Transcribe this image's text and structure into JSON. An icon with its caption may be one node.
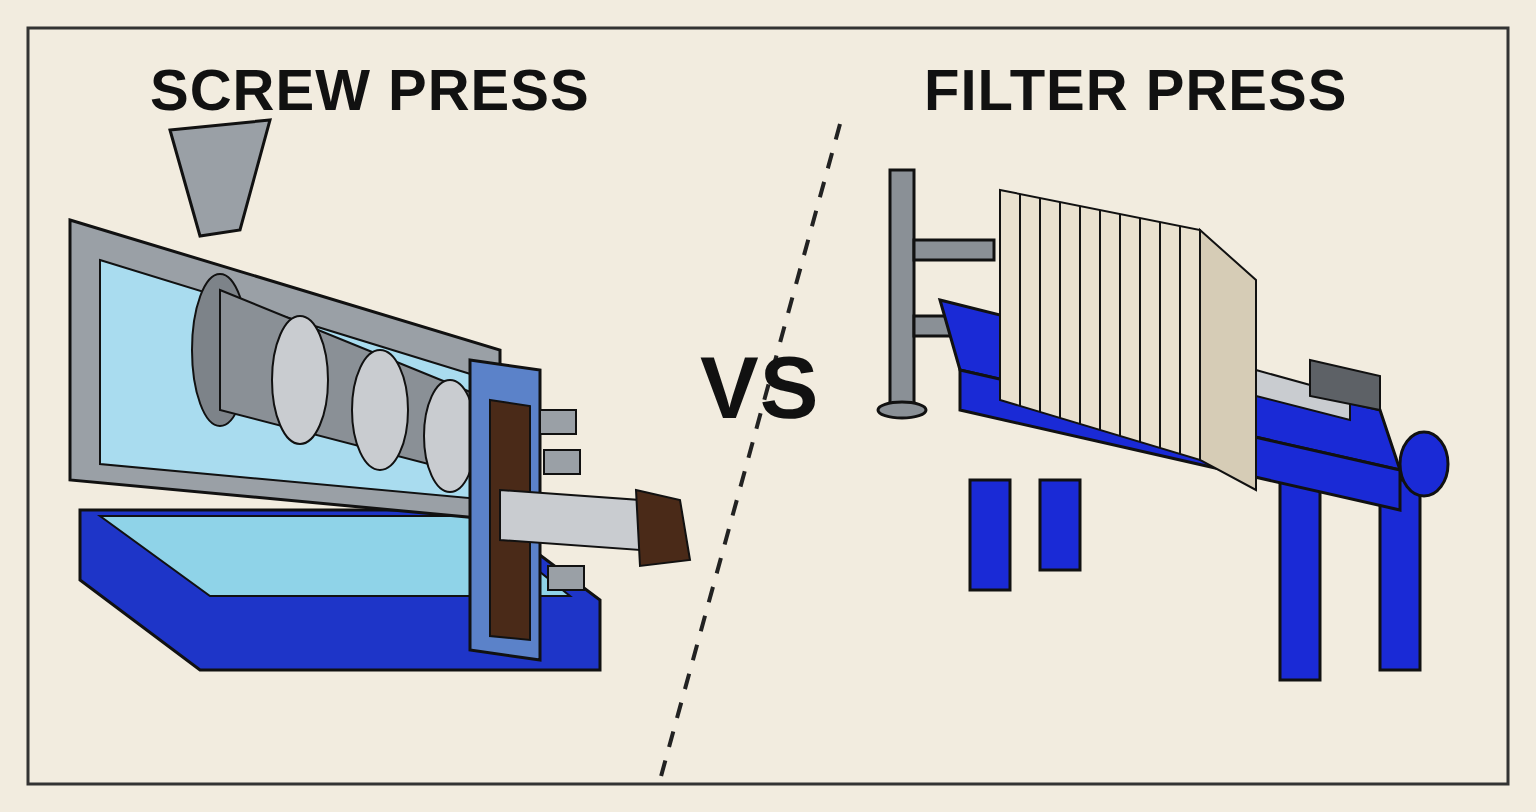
{
  "diagram": {
    "labels": [
      "SCREW PRESS",
      "FILTER PRESS",
      "VS"
    ]
  }
}
